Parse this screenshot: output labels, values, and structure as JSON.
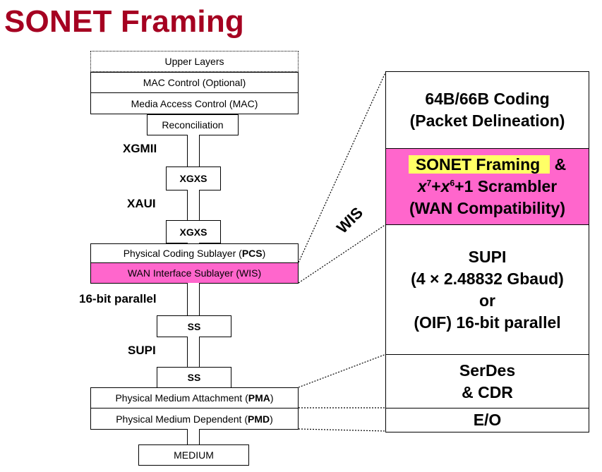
{
  "title": "SONET Framing",
  "stack": {
    "upper_layers": "Upper Layers",
    "mac_control": "MAC Control (Optional)",
    "mac": "Media Access Control (MAC)",
    "reconciliation": "Reconciliation",
    "xgmii": "XGMII",
    "xgxs_top": "XGXS",
    "xaui": "XAUI",
    "xgxs_bottom": "XGXS",
    "pcs_prefix": "Physical Coding Sublayer (",
    "pcs_abbr": "PCS",
    "pcs_suffix": ")",
    "wis": "WAN Interface Sublayer (WIS)",
    "parallel_16": "16-bit parallel",
    "ss_top": "SS",
    "supi": "SUPI",
    "ss_bottom": "SS",
    "pma_prefix": "Physical Medium Attachment (",
    "pma_abbr": "PMA",
    "pma_suffix": ")",
    "pmd_prefix": "Physical Medium Dependent (",
    "pmd_abbr": "PMD",
    "pmd_suffix": ")",
    "medium": "MEDIUM"
  },
  "wis_label": "WIS",
  "detail": {
    "coding_line1": "64B/66B Coding",
    "coding_line2": "(Packet Delineation)",
    "sonet_highlight": "SONET Framing",
    "sonet_amp": "&",
    "scrambler_x": "x",
    "scrambler_exp1": "7",
    "scrambler_plus": "+",
    "scrambler_x2": "x",
    "scrambler_exp2": "6",
    "scrambler_rest": "+1 Scrambler",
    "wan_compat": "(WAN Compatibility)",
    "supi_line1": "SUPI",
    "supi_line2": "(4 × 2.48832 Gbaud)",
    "supi_line3": "or",
    "supi_line4": "(OIF) 16-bit parallel",
    "serdes_line1": "SerDes",
    "serdes_line2": "& CDR",
    "eo": "E/O"
  },
  "colors": {
    "title": "#a50021",
    "wis_fill": "#ff66cc",
    "highlight": "#ffff66"
  }
}
